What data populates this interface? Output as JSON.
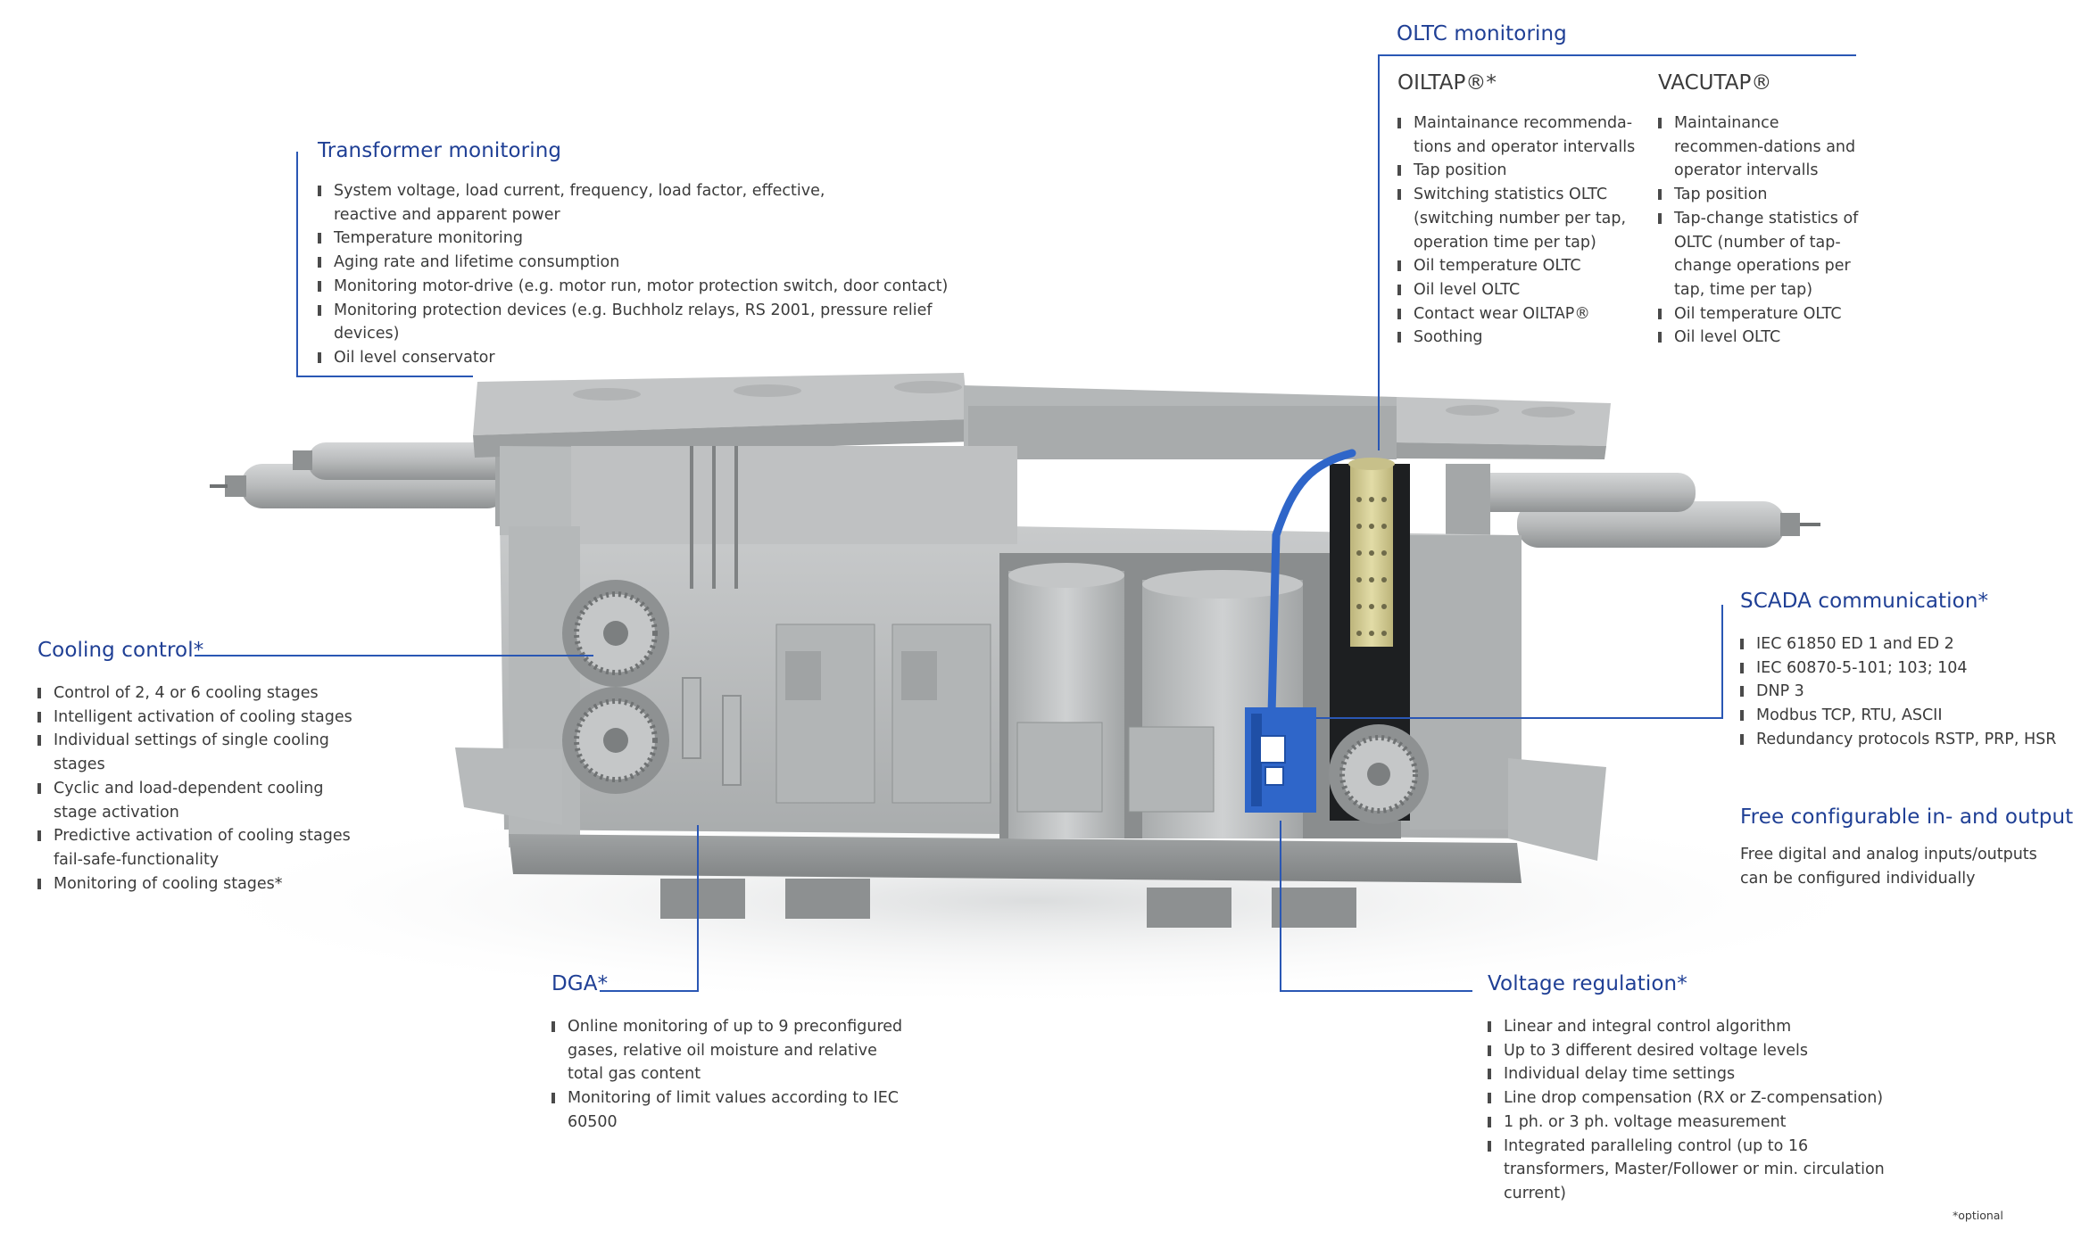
{
  "colors": {
    "accent": "#1f3f95",
    "leader_line": "#2a57b4",
    "text": "#3b3b3b",
    "body_gray": "#b9bcbd",
    "oltc_blue": "#2f66c9",
    "tap_yellow": "#d6cf95"
  },
  "transformer_monitoring": {
    "title": "Transformer monitoring",
    "items": [
      "System voltage, load current, frequency, load factor, effective, reactive and apparent power",
      "Temperature monitoring",
      "Aging rate and lifetime consumption",
      "Monitoring motor-drive (e.g. motor run, motor protection switch, door contact)",
      "Monitoring protection devices (e.g. Buchholz relays, RS 2001, pressure relief devices)",
      "Oil level conservator"
    ]
  },
  "oltc_monitoring": {
    "title": "OLTC monitoring",
    "oiltap": {
      "title": "OILTAP®*",
      "items": [
        "Maintainance recommenda-tions and operator intervalls",
        "Tap position",
        "Switching statistics OLTC (switching number per tap, operation time per tap)",
        "Oil temperature OLTC",
        "Oil level OLTC",
        "Contact wear OILTAP®",
        "Soothing"
      ]
    },
    "vacutap": {
      "title": "VACUTAP®",
      "items": [
        "Maintainance recommen-dations and operator intervalls",
        "Tap position",
        "Tap-change statistics of OLTC (number of tap-change operations per tap, time per tap)",
        "Oil temperature OLTC",
        "Oil level OLTC"
      ]
    }
  },
  "cooling_control": {
    "title": "Cooling control*",
    "items": [
      "Control of 2, 4 or 6 cooling stages",
      "Intelligent activation of cooling stages",
      "Individual settings of single cooling stages",
      "Cyclic and load-dependent cooling stage activation",
      "Predictive activation of cooling stages fail-safe-functionality",
      "Monitoring of cooling stages*"
    ]
  },
  "scada": {
    "title": "SCADA communication*",
    "items": [
      "IEC 61850 ED 1 and ED 2",
      "IEC 60870-5-101; 103; 104",
      "DNP 3",
      "Modbus TCP, RTU, ASCII",
      "Redundancy protocols RSTP, PRP, HSR"
    ]
  },
  "io": {
    "title": "Free configurable in- and outputs",
    "text": "Free digital and analog inputs/outputs can be configured individually"
  },
  "dga": {
    "title": "DGA*",
    "items": [
      "Online monitoring of up to 9 preconfigured gases, relative oil moisture and relative total gas content",
      "Monitoring of limit values according to IEC 60500"
    ]
  },
  "voltage_regulation": {
    "title": "Voltage regulation*",
    "items": [
      "Linear and integral control algorithm",
      "Up to 3 different desired voltage levels",
      "Individual delay time settings",
      "Line drop compensation (RX or Z-compensation)",
      "1 ph. or 3 ph. voltage measurement",
      "Integrated paralleling control (up to 16 transformers, Master/Follower or min. circulation current)"
    ]
  },
  "footnote": "*optional"
}
